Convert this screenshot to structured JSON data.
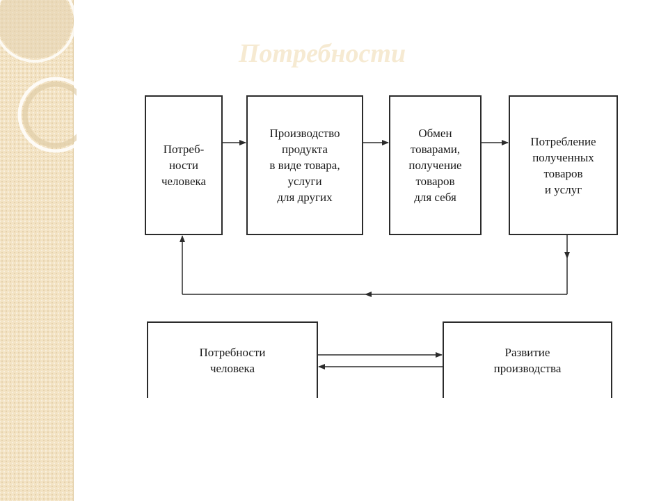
{
  "slide": {
    "title": "Потребности"
  },
  "top_flow": {
    "boxes": [
      {
        "label": "Потреб-\nности\nчеловека"
      },
      {
        "label": "Производство\nпродукта\nв виде товара,\nуслуги\nдля других"
      },
      {
        "label": "Обмен\nтоварами,\nполучение\nтоваров\nдля себя"
      },
      {
        "label": "Потребление\nполученных\nтоваров\nи услуг"
      }
    ]
  },
  "bottom_flow": {
    "left_box": {
      "label": "Потребности\nчеловека"
    },
    "right_box": {
      "label": "Развитие\nпроизводства"
    }
  },
  "colors": {
    "side_panel": "#f3e3c4",
    "title": "#f6ead2",
    "line": "#2b2b2b"
  }
}
